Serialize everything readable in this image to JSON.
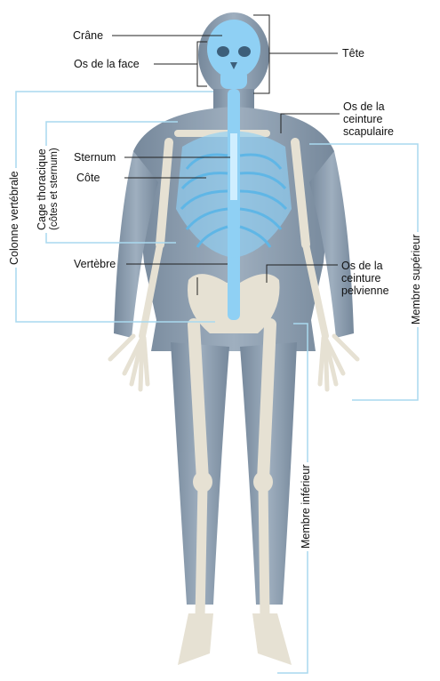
{
  "labels": {
    "crane": "Crâne",
    "face": "Os de la face",
    "tete": "Tête",
    "ceinture_scapulaire": "Os de la\nceinture\nscapulaire",
    "sternum": "Sternum",
    "cote": "Côte",
    "vertebre": "Vertèbre",
    "ceinture_pelvienne": "Os de la\nceinture\npelvienne",
    "colonne": "Colonne vertébrale",
    "cage": "Cage thoracique",
    "cage_detail": "(côtes et sternum)",
    "membre_superieur": "Membre supérieur",
    "membre_inferieur": "Membre inférieur"
  },
  "colors": {
    "body": "#7f93a8",
    "bone": "#e6e1d3",
    "axial_bone": "#8fd0f4",
    "bracket": "#a9d9ef",
    "leader": "#222222"
  }
}
